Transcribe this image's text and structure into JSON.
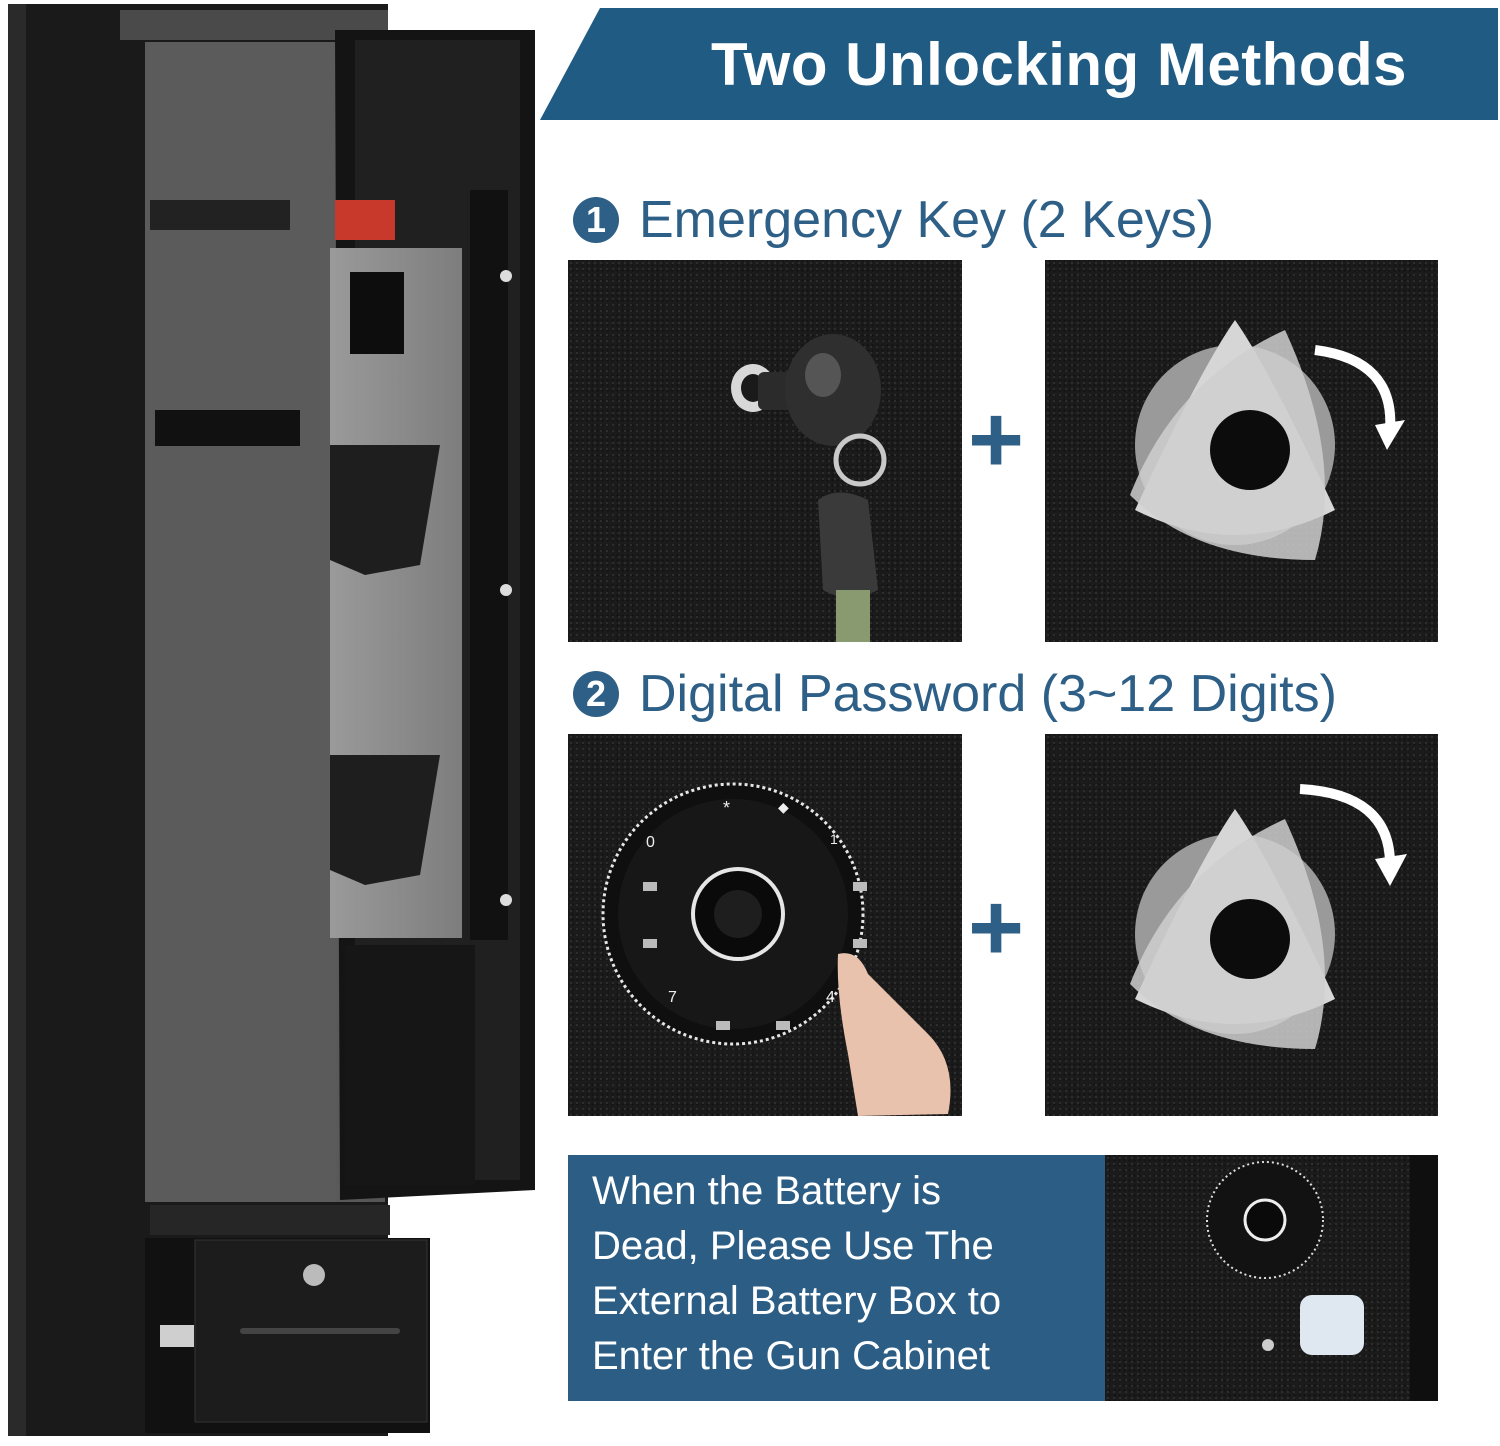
{
  "banner": {
    "title": "Two Unlocking Methods",
    "color": "#1f5b82"
  },
  "methods": [
    {
      "number": "1",
      "label": "Emergency Key (2 Keys)"
    },
    {
      "number": "2",
      "label": "Digital Password (3~12 Digits)"
    }
  ],
  "plus_sign": "+",
  "keypad": {
    "keys": [
      "*",
      "◆",
      "1",
      "0",
      "4",
      "7"
    ]
  },
  "battery_note": {
    "lines": [
      "When the Battery is",
      "Dead, Please Use The",
      "External Battery Box to",
      "Enter the Gun Cabinet"
    ]
  },
  "colors": {
    "accent": "#2e5f86",
    "banner": "#1f5b82",
    "panel": "#1b1b1b"
  }
}
